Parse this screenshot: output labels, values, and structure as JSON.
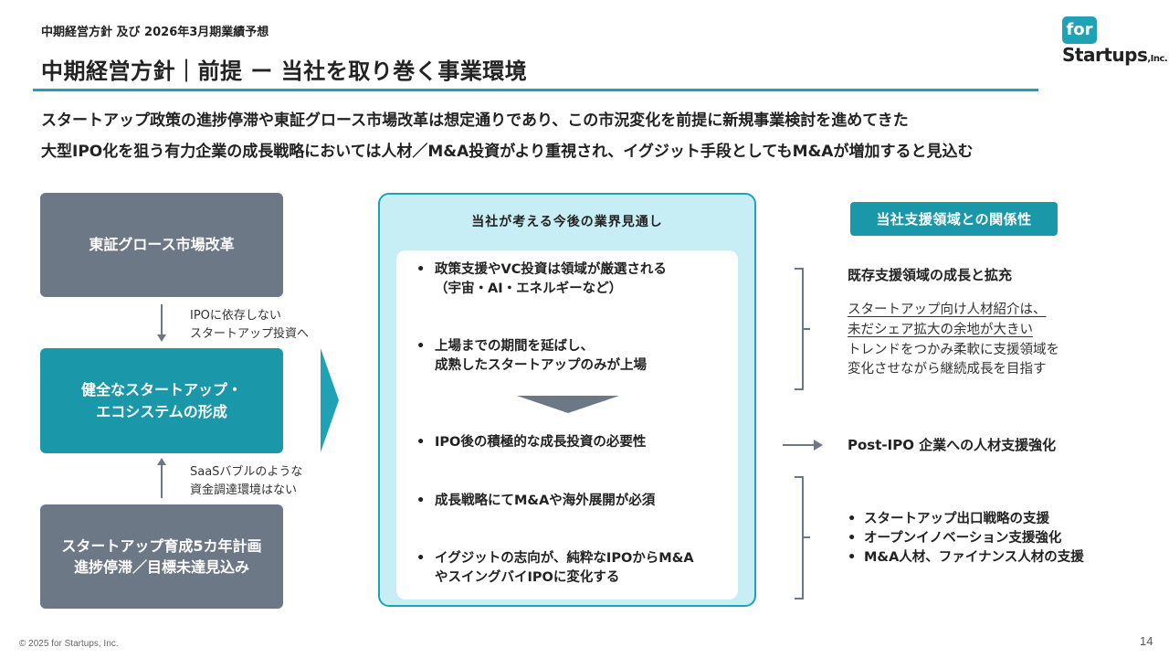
{
  "header": {
    "subtitle": "中期経営方針 及び 2026年3月期業績予想",
    "title": "中期経営方針｜前提 ー 当社を取り巻く事業環境"
  },
  "logo": {
    "box_text": "for",
    "name": "Startups",
    "suffix": ",Inc."
  },
  "lead": {
    "line1": "スタートアップ政策の進捗停滞や東証グロース市場改革は想定通りであり、この市況変化を前提に新規事業検討を進めてきた",
    "line2": "大型IPO化を狙う有力企業の成長戦略においては人材／M&A投資がより重視され、イグジット手段としてもM&Aが増加すると見込む"
  },
  "left": {
    "box1": "東証グロース市場改革",
    "note1": "IPOに依存しない\nスタートアップ投資へ",
    "box2": "健全なスタートアップ・\nエコシステムの形成",
    "note2": "SaaSバブルのような\n資金調達環境はない",
    "box3": "スタートアップ育成5カ年計画\n進捗停滞／目標未達見込み"
  },
  "outlook": {
    "title": "当社が考える今後の業界見通し",
    "bullets": [
      "政策支援やVC投資は領域が厳選される\n（宇宙・AI・エネルギーなど）",
      "上場までの期間を延ばし、\n成熟したスタートアップのみが上場",
      "IPO後の積極的な成長投資の必要性",
      "成長戦略にてM&Aや海外展開が必須",
      "イグジットの志向が、純粋なIPOからM&A\nやスイングバイIPOに変化する"
    ]
  },
  "relation": {
    "badge": "当社支援領域との関係性",
    "head1": "既存支援領域の成長と拡充",
    "text1_ul1": "スタートアップ向け人材紹介は、",
    "text1_ul2": "未だシェア拡大の余地が大きい",
    "text1_l3": "トレンドをつかみ柔軟に支援領域を",
    "text1_l4": "変化させながら継続成長を目指す",
    "head2": "Post-IPO 企業への人材支援強化",
    "list": [
      "スタートアップ出口戦略の支援",
      "オープンイノベーション支援強化",
      "M&A人材、ファイナンス人材の支援"
    ]
  },
  "footer": {
    "copyright": "© 2025 for Startups, Inc.",
    "page": "14"
  },
  "colors": {
    "teal": "#1fa2b5",
    "teal_dark": "#1a97a9",
    "gray": "#6d7886",
    "panel_bg": "#c6eef4"
  }
}
